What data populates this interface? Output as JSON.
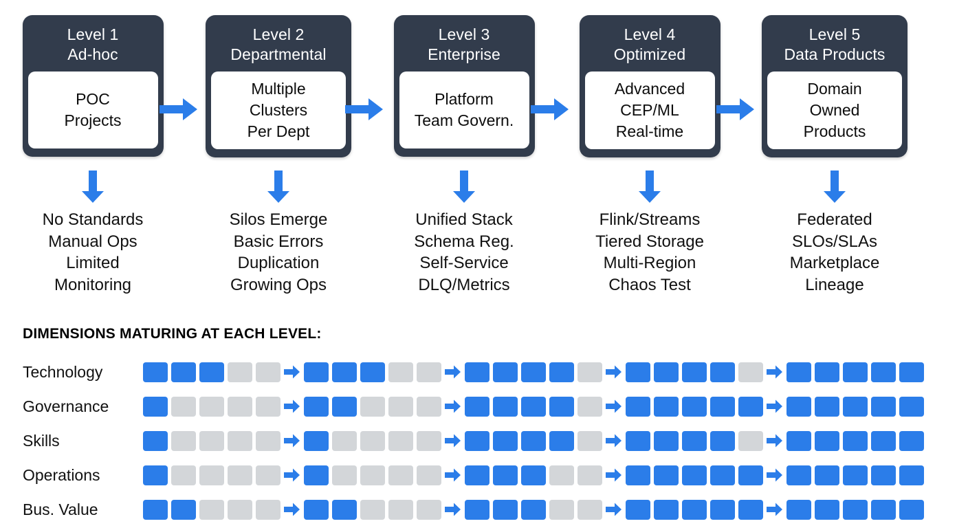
{
  "theme": {
    "card_bg": "#323c4c",
    "accent_blue": "#2b7de9",
    "cell_off": "#d3d6d9",
    "text_dark": "#111111",
    "card_text": "#ffffff"
  },
  "levels": [
    {
      "title": "Level 1",
      "subtitle": "Ad-hoc",
      "inner_lines": [
        "POC",
        "Projects"
      ],
      "details": [
        "No Standards",
        "Manual Ops",
        "Limited",
        "Monitoring"
      ]
    },
    {
      "title": "Level 2",
      "subtitle": "Departmental",
      "inner_lines": [
        "Multiple",
        "Clusters",
        "Per Dept"
      ],
      "details": [
        "Silos Emerge",
        "Basic Errors",
        "Duplication",
        "Growing Ops"
      ]
    },
    {
      "title": "Level 3",
      "subtitle": "Enterprise",
      "inner_lines": [
        "Platform",
        "Team Govern."
      ],
      "details": [
        "Unified Stack",
        "Schema Reg.",
        "Self-Service",
        "DLQ/Metrics"
      ]
    },
    {
      "title": "Level 4",
      "subtitle": "Optimized",
      "inner_lines": [
        "Advanced",
        "CEP/ML",
        "Real-time"
      ],
      "details": [
        "Flink/Streams",
        "Tiered Storage",
        "Multi-Region",
        "Chaos Test"
      ]
    },
    {
      "title": "Level 5",
      "subtitle": "Data Products",
      "inner_lines": [
        "Domain",
        "Owned",
        "Products"
      ],
      "details": [
        "Federated",
        "SLOs/SLAs",
        "Marketplace",
        "Lineage"
      ]
    }
  ],
  "dimensions": {
    "heading": "DIMENSIONS MATURING AT EACH LEVEL:",
    "cells_per_group": 5,
    "rows": [
      {
        "label": "Technology",
        "filled": [
          3,
          3,
          4,
          4,
          5
        ]
      },
      {
        "label": "Governance",
        "filled": [
          1,
          2,
          4,
          5,
          5
        ]
      },
      {
        "label": "Skills",
        "filled": [
          1,
          1,
          4,
          4,
          5
        ]
      },
      {
        "label": "Operations",
        "filled": [
          1,
          1,
          3,
          5,
          5
        ]
      },
      {
        "label": "Bus. Value",
        "filled": [
          2,
          2,
          3,
          5,
          5
        ]
      }
    ]
  },
  "chart_data": {
    "type": "heatmap",
    "title": "DIMENSIONS MATURING AT EACH LEVEL:",
    "categories": [
      "Level 1",
      "Level 2",
      "Level 3",
      "Level 4",
      "Level 5"
    ],
    "ylabel": "",
    "xlabel": "",
    "max_per_cell": 5,
    "series": [
      {
        "name": "Technology",
        "values": [
          3,
          3,
          4,
          4,
          5
        ]
      },
      {
        "name": "Governance",
        "values": [
          1,
          2,
          4,
          5,
          5
        ]
      },
      {
        "name": "Skills",
        "values": [
          1,
          1,
          4,
          4,
          5
        ]
      },
      {
        "name": "Operations",
        "values": [
          1,
          1,
          3,
          5,
          5
        ]
      },
      {
        "name": "Bus. Value",
        "values": [
          2,
          2,
          3,
          5,
          5
        ]
      }
    ]
  }
}
